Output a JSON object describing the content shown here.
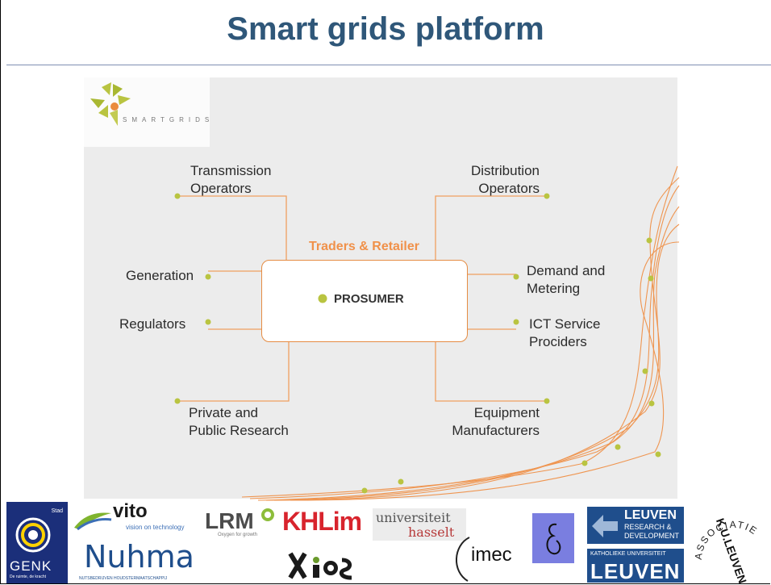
{
  "slide": {
    "title": "Smart grids platform"
  },
  "diagram": {
    "brand": "SMARTGRIDS",
    "center": "PROSUMER",
    "center_top_label": "Traders & Retailer",
    "nodes": {
      "transmission_line1": "Transmission",
      "transmission_line2": "Operators",
      "distribution_line1": "Distribution",
      "distribution_line2": "Operators",
      "generation": "Generation",
      "regulators": "Regulators",
      "demand_line1": "Demand and",
      "demand_line2": "Metering",
      "ict_line1": "ICT Service",
      "ict_line2": "Prociders",
      "private_line1": "Private and",
      "private_line2": "Public Research",
      "equipment_line1": "Equipment",
      "equipment_line2": "Manufacturers"
    },
    "colors": {
      "accent_orange": "#e58c43",
      "dot_green": "#b9c441",
      "title_blue": "#2f5779"
    }
  },
  "logos": {
    "genk_small": "Stad",
    "genk": "GENK",
    "genk_tagline": "De ruimte, de kracht",
    "vito": "vito",
    "vito_tagline": "vision on technology",
    "lrm": "LRM",
    "lrm_tagline": "Oxygen for growth",
    "khlim": "KHLim",
    "uhasselt_line1": "universiteit",
    "uhasselt_line2": "hasselt",
    "imec": "imec",
    "leuven_rd_line1": "LEUVEN",
    "leuven_rd_line2": "RESEARCH &",
    "leuven_rd_line3": "DEVELOPMENT",
    "kul_small": "KATHOLIEKE UNIVERSITEIT",
    "kul": "LEUVEN",
    "associatie": "ASSOCIATIE",
    "kuleuven_ring": "K.U.LEUVEN",
    "nuhma": "Nuhma",
    "nuhma_tagline": "NUTSBEDRIJVEN HOUDSTERMAATSCHAPPIJ"
  }
}
